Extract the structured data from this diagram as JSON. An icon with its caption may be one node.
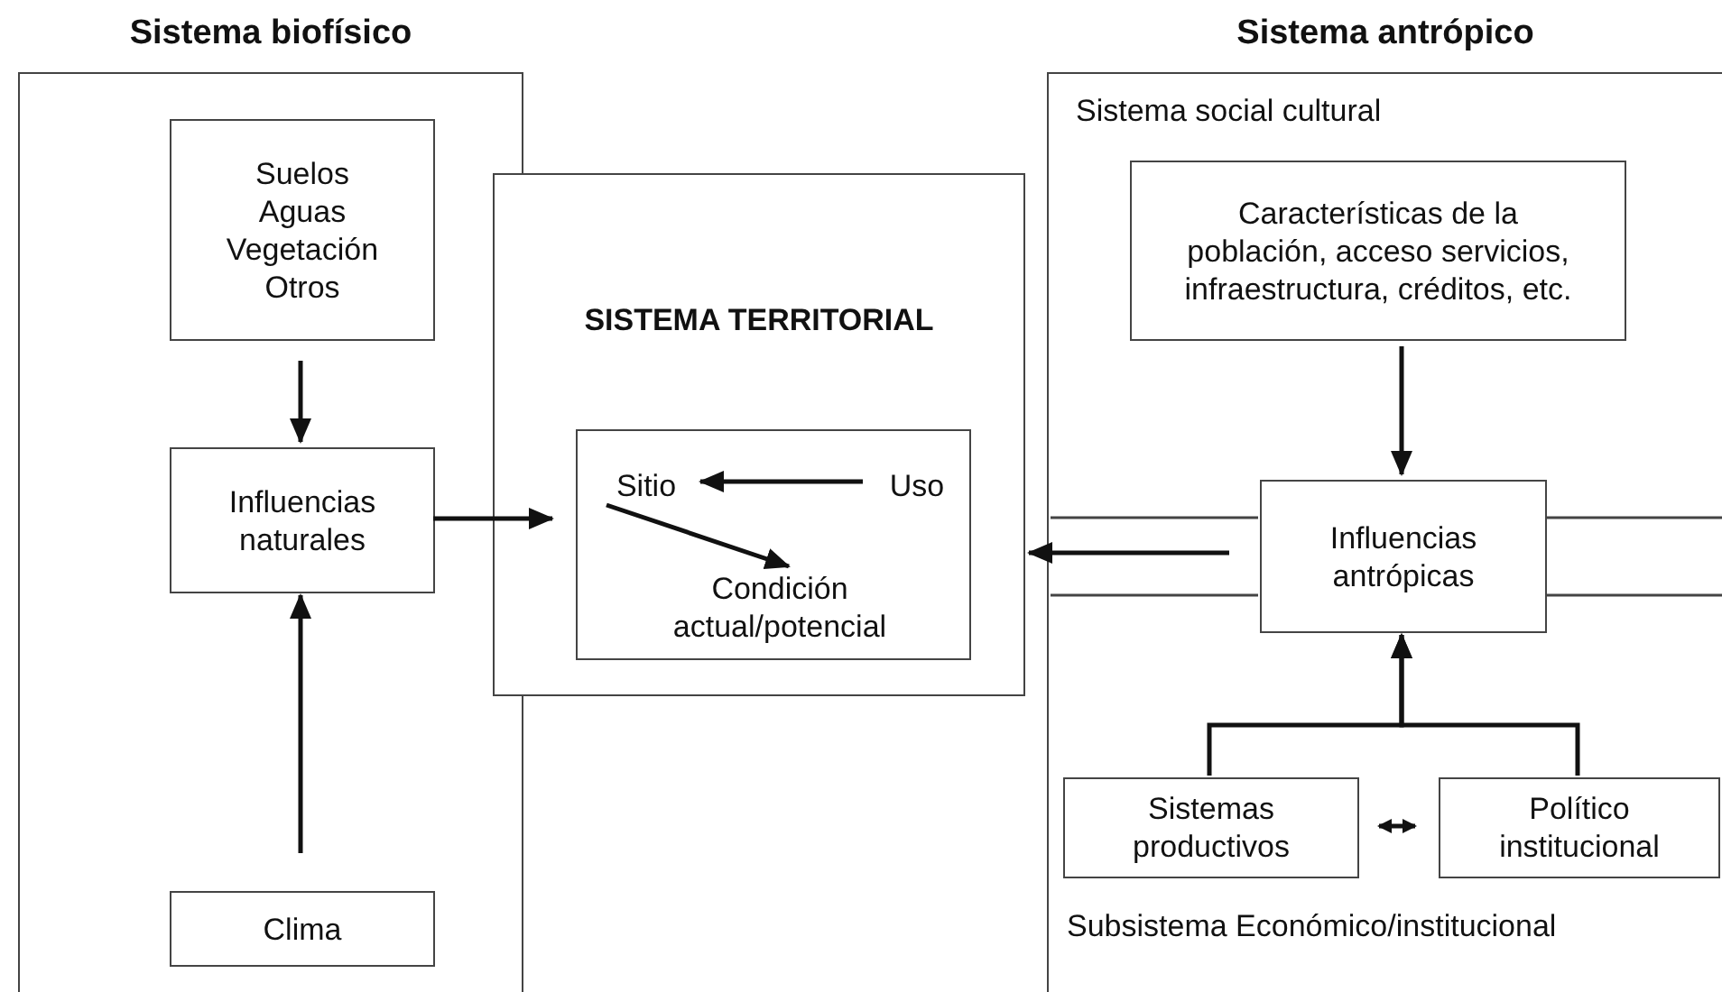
{
  "diagram": {
    "nodes": [
      {
        "text": [
          "Sistema biofísico"
        ]
      },
      {
        "text": [
          "Suelos",
          "Aguas",
          "Vegetación",
          "Otros"
        ],
        "in": 0
      },
      {
        "text": [
          "Influencias naturales"
        ],
        "in": 0
      },
      {
        "text": [
          "Clima"
        ],
        "in": 0
      },
      {
        "text": [
          "SISTEMA TERRITORIAL"
        ]
      },
      {
        "text": [],
        "shape": "box",
        "in": 4
      },
      {
        "text": [
          "Sitio"
        ],
        "in": 5
      },
      {
        "text": [
          "Uso"
        ],
        "in": 5
      },
      {
        "text": [
          "Condición actual/potencial"
        ],
        "in": 5
      },
      {
        "text": [
          "Sistema antrópico",
          "Sistema social cultural",
          "Subsistema Económico/institucional"
        ]
      },
      {
        "text": [
          "Características de la población, acceso servicios, infraestructura, créditos, etc."
        ],
        "in": 9
      },
      {
        "text": [
          "Influencias antrópicas"
        ],
        "in": 9
      },
      {
        "text": [
          "Sistemas productivos"
        ],
        "in": 9
      },
      {
        "text": [
          "Político institucional"
        ],
        "in": 9
      }
    ],
    "edges": [
      {
        "from": 1,
        "to": 2,
        "arrow": "to"
      },
      {
        "from": 3,
        "to": 2,
        "arrow": "to"
      },
      {
        "from": 2,
        "to": 5,
        "arrow": "to"
      },
      {
        "from": 7,
        "to": 6,
        "arrow": "to"
      },
      {
        "from": 6,
        "to": 8,
        "arrow": "to"
      },
      {
        "from": 10,
        "to": 11,
        "arrow": "to"
      },
      {
        "from": 11,
        "to": 4,
        "arrow": "to"
      },
      {
        "from": 12,
        "to": 11,
        "arrow": "to"
      },
      {
        "from": 13,
        "to": 11,
        "arrow": "to"
      },
      {
        "from": 12,
        "to": 13,
        "arrow": "both"
      }
    ]
  }
}
